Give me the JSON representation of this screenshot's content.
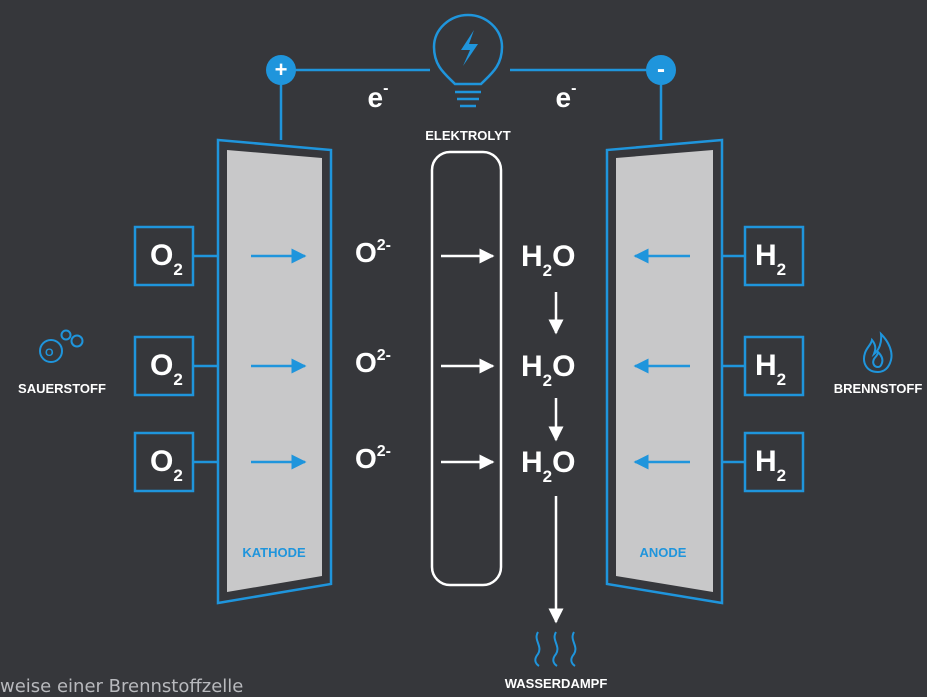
{
  "colors": {
    "background": "#36373b",
    "accent": "#1f95dc",
    "white": "#ffffff",
    "plate": "#c8c8c9"
  },
  "circuit": {
    "plus_symbol": "+",
    "minus_symbol": "-",
    "electron_left": "e",
    "electron_right": "e",
    "electron_sup": "-"
  },
  "labels": {
    "electrolyte": "ELEKTROLYT",
    "cathode": "KATHODE",
    "anode": "ANODE",
    "oxygen_source": "SAUERSTOFF",
    "fuel_source": "BRENNSTOFF",
    "steam": "WASSERDAMPF"
  },
  "rows": [
    {
      "left_box": "O",
      "left_sub": "2",
      "ion": "O",
      "ion_sup": "2-",
      "product": "H",
      "product_sub": "2",
      "product_tail": "O",
      "right_box": "H",
      "right_sub": "2"
    },
    {
      "left_box": "O",
      "left_sub": "2",
      "ion": "O",
      "ion_sup": "2-",
      "product": "H",
      "product_sub": "2",
      "product_tail": "O",
      "right_box": "H",
      "right_sub": "2"
    },
    {
      "left_box": "O",
      "left_sub": "2",
      "ion": "O",
      "ion_sup": "2-",
      "product": "H",
      "product_sub": "2",
      "product_tail": "O",
      "right_box": "H",
      "right_sub": "2"
    }
  ],
  "icons": {
    "bulb": "lightbulb-bolt-icon",
    "oxygen": "oxygen-molecule-icon",
    "fuel": "flame-icon",
    "steam": "steam-icon"
  },
  "caption": "weise einer Brennstoffzelle"
}
